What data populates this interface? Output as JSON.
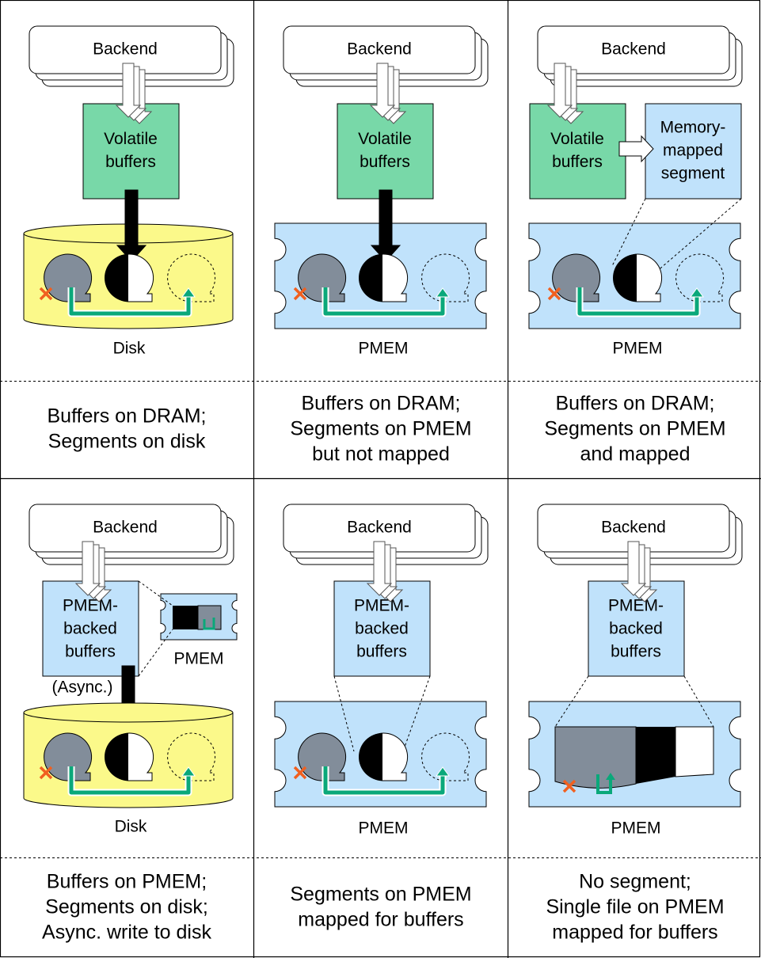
{
  "colors": {
    "volatile_buffer": "#78d8a8",
    "pmem": "#c0e2fb",
    "disk": "#fbf98a",
    "segment_gray": "#828d9a",
    "arrow_green": "#0aa87a",
    "cross_red": "#f06020"
  },
  "panels": [
    {
      "backend": "Backend",
      "buffer": [
        "Volatile",
        "buffers"
      ],
      "storage": "Disk",
      "caption": [
        "Buffers on DRAM;",
        "Segments on disk"
      ]
    },
    {
      "backend": "Backend",
      "buffer": [
        "Volatile",
        "buffers"
      ],
      "storage": "PMEM",
      "caption": [
        "Buffers on DRAM;",
        "Segments on PMEM",
        "but not mapped"
      ]
    },
    {
      "backend": "Backend",
      "buffer": [
        "Volatile",
        "buffers"
      ],
      "mapped": [
        "Memory-",
        "mapped",
        "segment"
      ],
      "storage": "PMEM",
      "caption": [
        "Buffers on DRAM;",
        "Segments on PMEM",
        "and mapped"
      ]
    },
    {
      "backend": "Backend",
      "buffer": [
        "PMEM-",
        "backed",
        "buffers"
      ],
      "side_storage": "PMEM",
      "async": "(Async.)",
      "storage": "Disk",
      "caption": [
        "Buffers on PMEM;",
        "Segments on disk;",
        "Async. write to disk"
      ]
    },
    {
      "backend": "Backend",
      "buffer": [
        "PMEM-",
        "backed",
        "buffers"
      ],
      "storage": "PMEM",
      "caption": [
        "Segments on PMEM",
        "mapped for buffers"
      ]
    },
    {
      "backend": "Backend",
      "buffer": [
        "PMEM-",
        "backed",
        "buffers"
      ],
      "storage": "PMEM",
      "caption": [
        "No segment;",
        "Single file on PMEM",
        "mapped for buffers"
      ]
    }
  ]
}
